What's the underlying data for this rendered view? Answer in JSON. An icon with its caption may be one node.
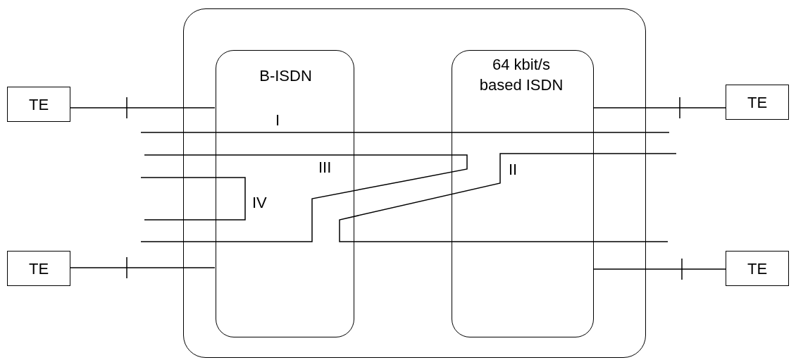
{
  "diagram": {
    "nodes": [
      {
        "text": [],
        "shape": "box"
      },
      {
        "text": [
          "B-ISDN"
        ],
        "in": 0
      },
      {
        "text": [
          "64 kbit/s based ISDN"
        ],
        "in": 0
      },
      {
        "text": [
          "TE"
        ]
      },
      {
        "text": [
          "TE"
        ]
      },
      {
        "text": [
          "TE"
        ]
      },
      {
        "text": [
          "TE"
        ]
      }
    ],
    "edges": [
      {
        "from": 3,
        "to": 1,
        "arrow": "none"
      },
      {
        "from": 2,
        "to": 4,
        "arrow": "none"
      },
      {
        "from": 5,
        "to": 1,
        "arrow": "none"
      },
      {
        "from": 2,
        "to": 6,
        "arrow": "none"
      }
    ],
    "labels": [
      "I",
      "III",
      "II",
      "IV"
    ]
  }
}
